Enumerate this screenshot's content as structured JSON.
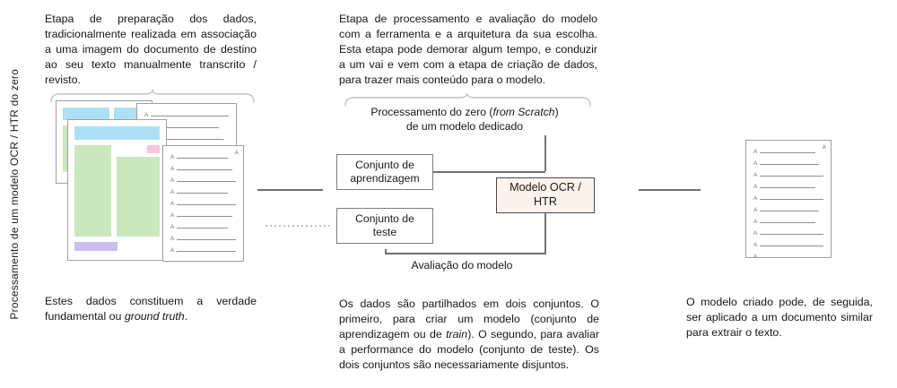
{
  "title_vertical": "Processamento de um modelo OCR / HTR do zero",
  "columns": {
    "preparation": {
      "paragraph": "Etapa de preparação dos dados, tradicionalmente realizada em associação a uma imagem do documento de destino ao seu texto manualmente transcrito / revisto.",
      "caption": {
        "pre": "Estes dados constituem a verdade fundamental ou ",
        "italic": "ground truth",
        "post": "."
      }
    },
    "processing": {
      "paragraph": "Etapa de processamento e avaliação do modelo com a ferramenta e a arquitetura da sua escolha.  Esta etapa pode demorar algum tempo, e conduzir a um vai e vem com a etapa de criação de dados, para trazer mais conteúdo para o modelo.",
      "flow_label": {
        "pre": "Processamento do zero (",
        "italic": "from Scratch",
        "post": ") de um modelo dedicado"
      },
      "training_box": "Conjunto de aprendizagem",
      "test_box": "Conjunto de teste",
      "model_box": "Modelo OCR / HTR",
      "evaluation_label": "Avaliação do modelo",
      "bottom_paragraph": {
        "pre": "Os dados são partilhados em dois conjuntos. O primeiro, para criar um modelo (conjunto de aprendizagem ou de ",
        "italic": "train",
        "post": "). O segundo, para avaliar a performance do modelo (conjunto de teste). Os dois conjuntos são necessariamente disjuntos."
      }
    },
    "application": {
      "caption": "O modelo criado pode, de seguida, ser aplicado a um documento similar para extrair o texto."
    }
  },
  "docs": {
    "line_marker": "A",
    "corner_marker": "A"
  },
  "colors": {
    "text": "#1a1a1a",
    "accent_cyan": "#aee0f5",
    "accent_green": "#c9e8bd",
    "accent_pink": "#f6c6da",
    "accent_purple": "#cabdee",
    "model_box_bg": "#fdf3ec",
    "model_box_border": "#4a4a4a",
    "brace": "#c4c4c4",
    "arrow": "#1a1a1a",
    "arrow_dotted": "#9a9a9a",
    "doc_border": "#a0a0a0",
    "doc_line": "#8f8f8f"
  }
}
